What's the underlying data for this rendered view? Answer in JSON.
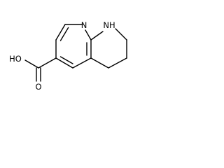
{
  "molecule": {
    "atoms": {
      "ring_n": "N",
      "nh": "NH",
      "hydroxyl": "HO",
      "carbonyl_o": "O"
    }
  }
}
